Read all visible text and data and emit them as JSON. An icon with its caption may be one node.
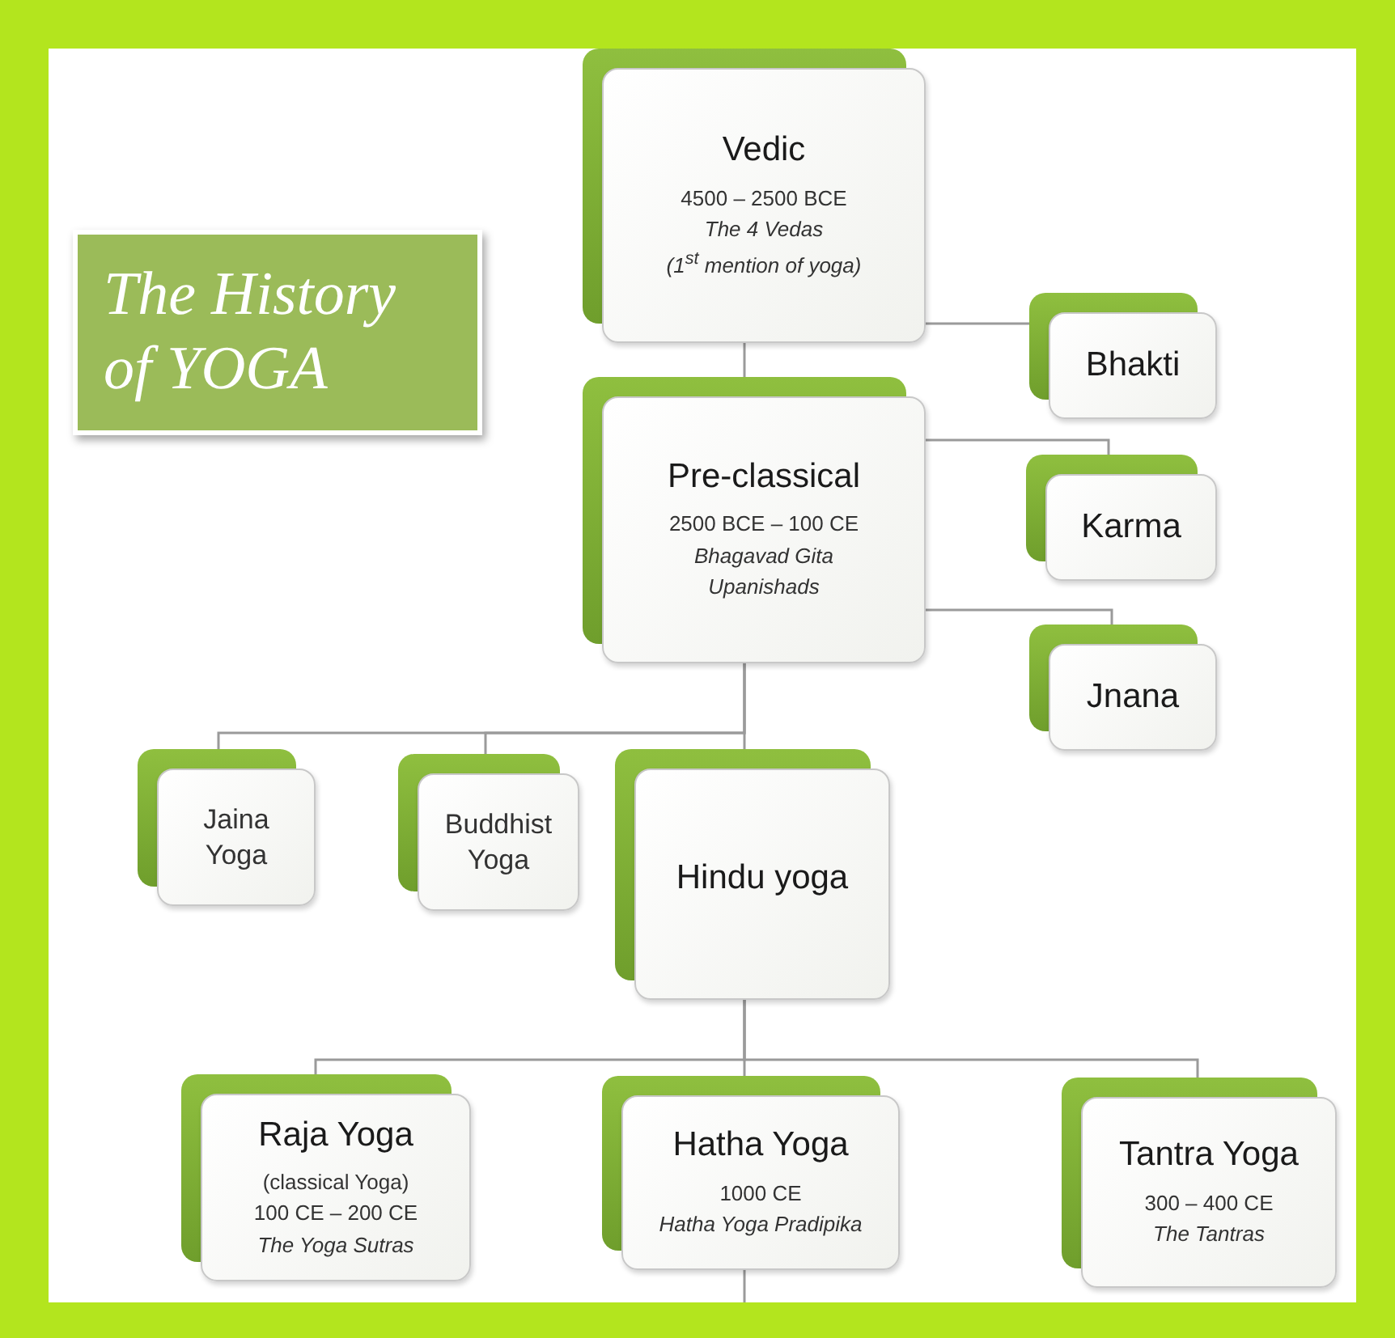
{
  "diagram": {
    "nodes": [
      {
        "text": [
          "The History of YOGA"
        ]
      },
      {
        "text": [
          "Vedic",
          "4500 – 2500 BCE",
          "The 4 Vedas",
          "(1$^{st}$ mention of yoga)"
        ]
      },
      {
        "text": [
          "Bhakti"
        ]
      },
      {
        "text": [
          "Pre-classical",
          "2500 BCE – 100 CE",
          "Bhagavad Gita",
          "Upanishads"
        ]
      },
      {
        "text": [
          "Karma"
        ]
      },
      {
        "text": [
          "Jnana"
        ]
      },
      {
        "text": [
          "Jaina Yoga"
        ]
      },
      {
        "text": [
          "Buddhist Yoga"
        ]
      },
      {
        "text": [
          "Hindu yoga"
        ]
      },
      {
        "text": [
          "Raja Yoga",
          "(classical Yoga)",
          "100 CE – 200 CE",
          "The Yoga Sutras"
        ]
      },
      {
        "text": [
          "Hatha Yoga",
          "1000 CE",
          "Hatha Yoga Pradipika"
        ]
      },
      {
        "text": [
          "Tantra Yoga",
          "300 – 400 CE",
          "The Tantras"
        ]
      }
    ],
    "edges": [
      {
        "from": 1,
        "to": 2,
        "arrow": "none"
      },
      {
        "from": 1,
        "to": 3,
        "arrow": "none"
      },
      {
        "from": 3,
        "to": 4,
        "arrow": "none"
      },
      {
        "from": 3,
        "to": 5,
        "arrow": "none"
      },
      {
        "from": 3,
        "to": 6,
        "arrow": "none"
      },
      {
        "from": 3,
        "to": 7,
        "arrow": "none"
      },
      {
        "from": 3,
        "to": 8,
        "arrow": "none"
      },
      {
        "from": 8,
        "to": 9,
        "arrow": "none"
      },
      {
        "from": 8,
        "to": 10,
        "arrow": "none"
      },
      {
        "from": 8,
        "to": 11,
        "arrow": "none"
      },
      {
        "from": 10,
        "to": null,
        "arrow": "none"
      }
    ]
  }
}
